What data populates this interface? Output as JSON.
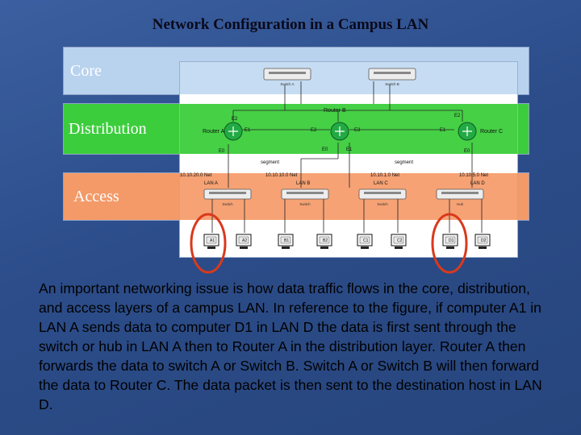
{
  "title": "Network Configuration in a Campus LAN",
  "layers": {
    "core": "Core",
    "distribution": "Distribution",
    "access": "Access"
  },
  "diagram": {
    "core_switches": [
      "Switch A",
      "Switch B"
    ],
    "routers": [
      {
        "name": "Router A",
        "ports": [
          "E0",
          "E1",
          "E2"
        ]
      },
      {
        "name": "Router B",
        "ports": [
          "E0",
          "E1",
          "E2",
          "E3"
        ]
      },
      {
        "name": "Router C",
        "ports": [
          "E0",
          "E1",
          "E2"
        ]
      }
    ],
    "segments": [
      "segment",
      "segment"
    ],
    "lans": [
      {
        "net": "10.10.20.0 Net",
        "name": "LAN A",
        "device": "Switch",
        "hosts": [
          "A1",
          "A2"
        ]
      },
      {
        "name": "LAN B",
        "net": "10.10.10.0 Net",
        "device": "Switch",
        "hosts": [
          "B1",
          "B2"
        ]
      },
      {
        "name": "LAN C",
        "net": "10.10.1.0 Net",
        "device": "Switch",
        "hosts": [
          "C1",
          "C2"
        ]
      },
      {
        "name": "LAN D",
        "net": "10.10.5.0 Net",
        "device": "Hub",
        "hosts": [
          "D1",
          "D2"
        ]
      }
    ],
    "highlight_color": "#d9391c"
  },
  "paragraph": "An important networking issue is how data traffic flows in the core, distribution, and access layers of a campus LAN.  In reference to the figure, if computer A1 in LAN A sends data to computer D1 in LAN D the data is first sent through the switch or hub in LAN A then to Router A in the distribution layer.  Router A then forwards the data to switch A or Switch B.  Switch A or Switch B will then forward the data to Router C.  The data packet is then sent to the destination host in LAN D."
}
